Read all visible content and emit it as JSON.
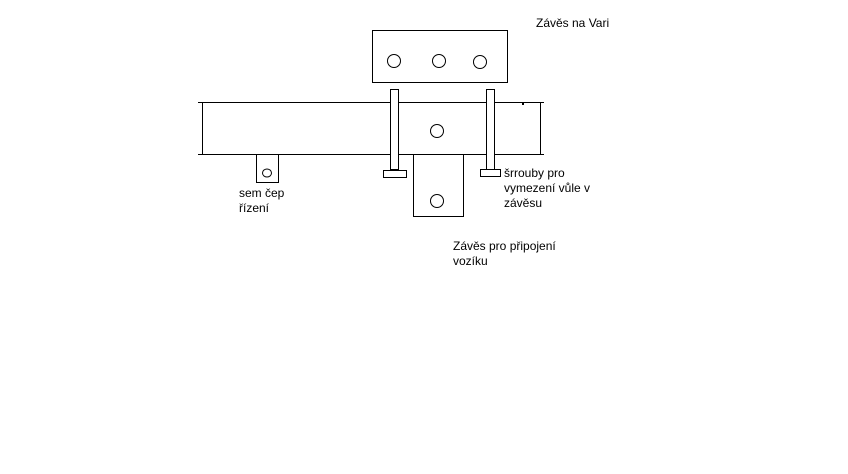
{
  "labels": {
    "top_hitch": "Závěs na Vari",
    "pin": [
      "sem čep",
      "řízení"
    ],
    "screws": [
      "šrrouby pro",
      "vymezení vůle v",
      "závěsu"
    ],
    "bottom_hitch": [
      "Závěs pro připojení",
      "vozíku"
    ]
  },
  "colors": {
    "line": "#000000",
    "background": "#ffffff"
  }
}
